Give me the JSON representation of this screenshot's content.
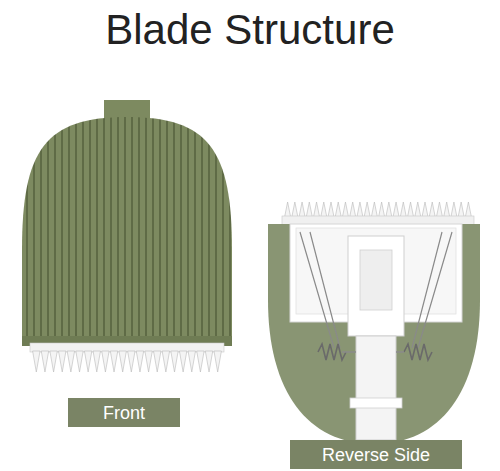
{
  "diagram": {
    "title": "Blade Structure",
    "nodes": [
      {
        "text": [
          "Front"
        ]
      },
      {
        "text": [
          "Reverse Side"
        ]
      }
    ]
  }
}
